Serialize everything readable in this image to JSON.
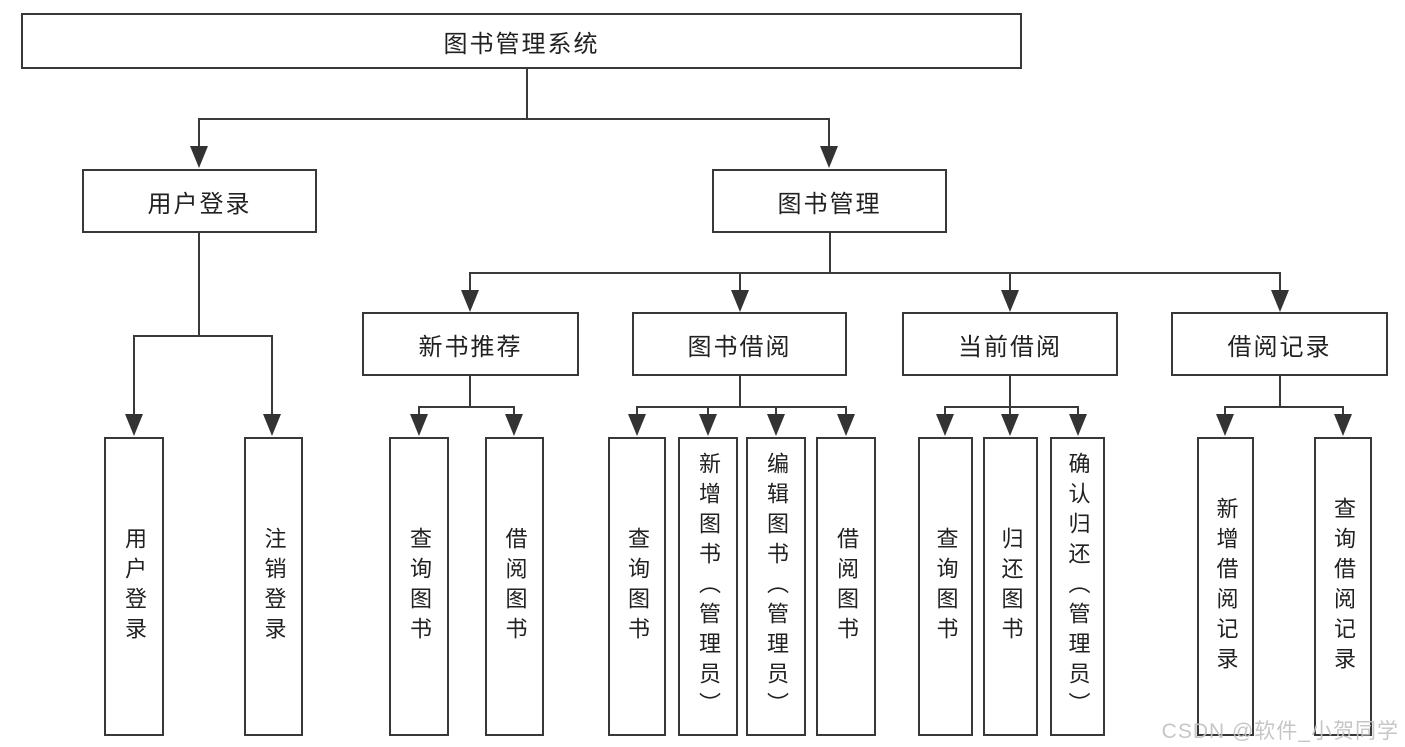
{
  "diagram": {
    "title": "图书管理系统",
    "type": "hierarchy-tree",
    "colors": {
      "line": "#3a3a3a",
      "border": "#383838",
      "text": "#212121",
      "background": "#ffffff",
      "watermark": "#c2c2c2"
    },
    "watermark": "CSDN @软件_小贺同学"
  },
  "nodes": {
    "root": {
      "label": "图书管理系统"
    },
    "user_login": {
      "label": "用户登录"
    },
    "book_mgmt": {
      "label": "图书管理"
    },
    "new_book": {
      "label": "新书推荐"
    },
    "book_borrow": {
      "label": "图书借阅"
    },
    "current_borrow": {
      "label": "当前借阅"
    },
    "borrow_record": {
      "label": "借阅记录"
    },
    "leaf_user_login": {
      "label": "用户登录"
    },
    "leaf_logout": {
      "label": "注销登录"
    },
    "leaf_nb_query": {
      "label": "查询图书"
    },
    "leaf_nb_borrow": {
      "label": "借阅图书"
    },
    "leaf_bb_query": {
      "label": "查询图书"
    },
    "leaf_bb_add": {
      "label": "新增图书（管理员）"
    },
    "leaf_bb_edit": {
      "label": "编辑图书（管理员）"
    },
    "leaf_bb_borrow": {
      "label": "借阅图书"
    },
    "leaf_cb_query": {
      "label": "查询图书"
    },
    "leaf_cb_return": {
      "label": "归还图书"
    },
    "leaf_cb_confirm": {
      "label": "确认归还（管理员）"
    },
    "leaf_br_add": {
      "label": "新增借阅记录"
    },
    "leaf_br_query": {
      "label": "查询借阅记录"
    }
  },
  "tree": {
    "label": "图书管理系统",
    "children": [
      {
        "label": "用户登录",
        "children": [
          {
            "label": "用户登录"
          },
          {
            "label": "注销登录"
          }
        ]
      },
      {
        "label": "图书管理",
        "children": [
          {
            "label": "新书推荐",
            "children": [
              {
                "label": "查询图书"
              },
              {
                "label": "借阅图书"
              }
            ]
          },
          {
            "label": "图书借阅",
            "children": [
              {
                "label": "查询图书"
              },
              {
                "label": "新增图书（管理员）"
              },
              {
                "label": "编辑图书（管理员）"
              },
              {
                "label": "借阅图书"
              }
            ]
          },
          {
            "label": "当前借阅",
            "children": [
              {
                "label": "查询图书"
              },
              {
                "label": "归还图书"
              },
              {
                "label": "确认归还（管理员）"
              }
            ]
          },
          {
            "label": "借阅记录",
            "children": [
              {
                "label": "新增借阅记录"
              },
              {
                "label": "查询借阅记录"
              }
            ]
          }
        ]
      }
    ]
  }
}
